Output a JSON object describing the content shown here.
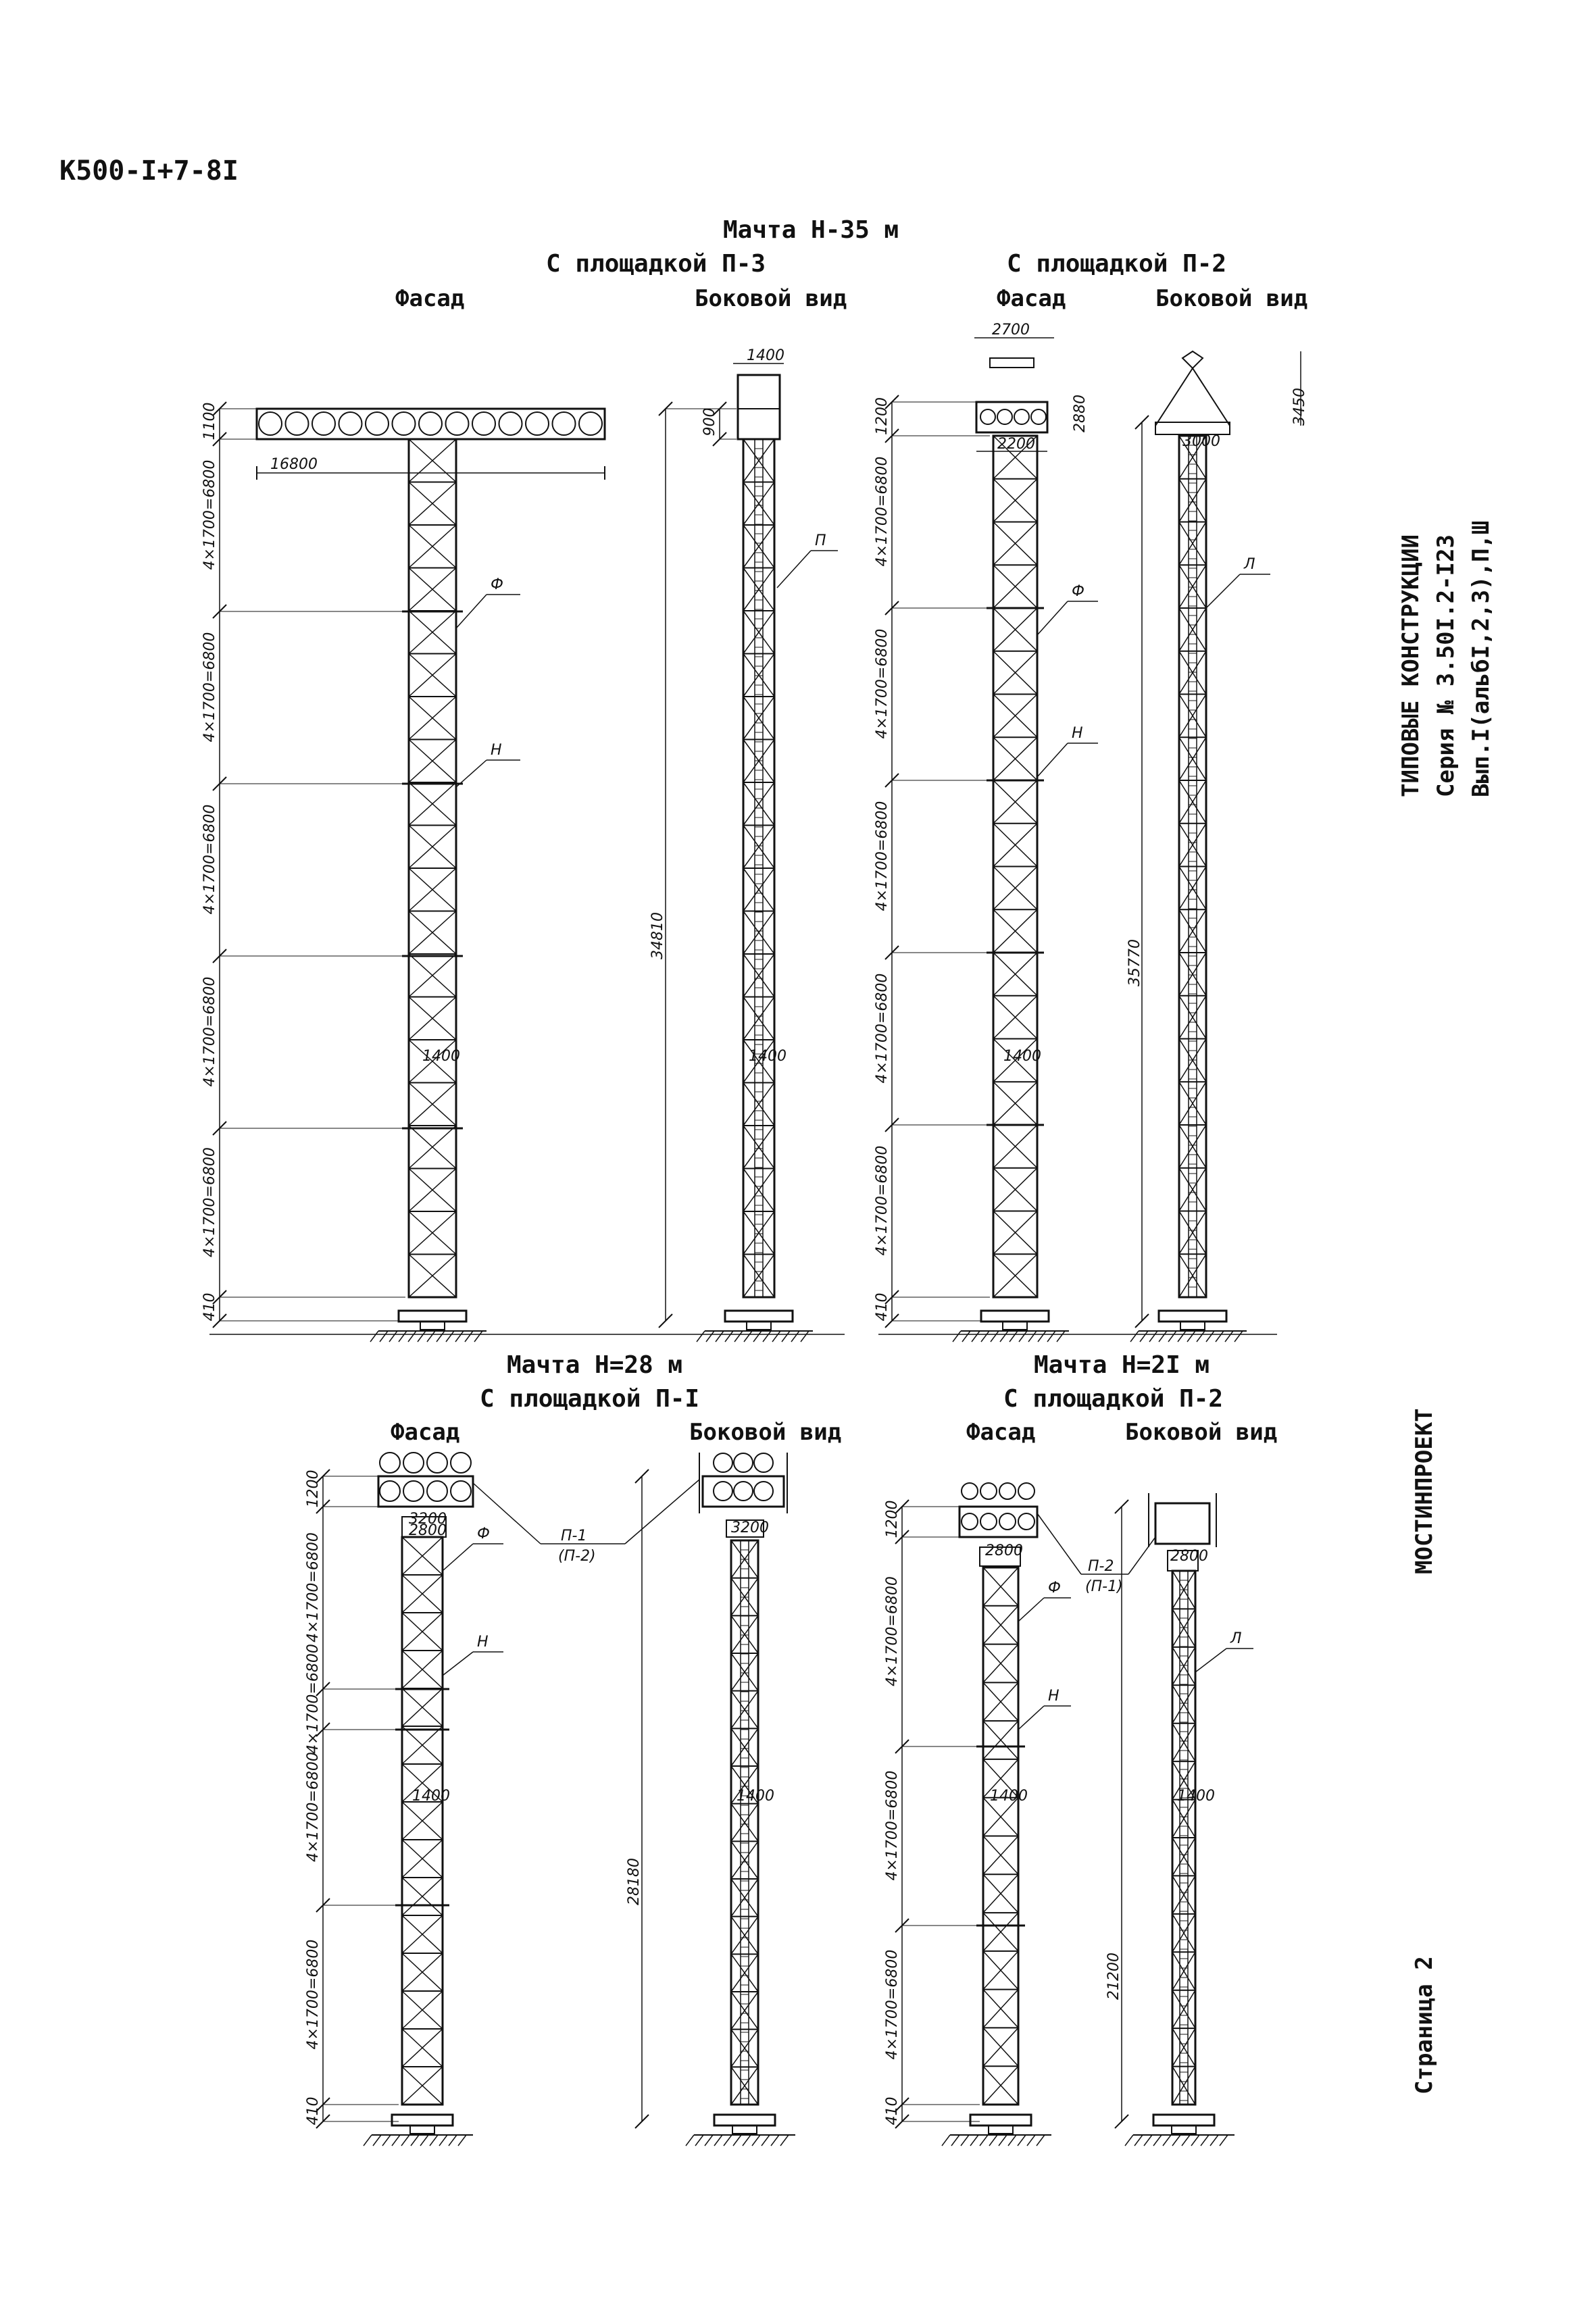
{
  "document": {
    "code": "К500-I+7-8I",
    "page": "Страница 2",
    "series_title": "ТИПОВЫЕ КОНСТРУКЦИИ",
    "series_number": "Серия № 3.50I.2-I23",
    "series_issue": "Вып.I(альбI,2,3),П,Ш",
    "organization": "МОСТИНПРОЕКТ"
  },
  "mast35": {
    "title": "Мачта Н-35 м",
    "variant_p3": "С площадкой П-3",
    "variant_p2": "С площадкой П-2",
    "facade": "Фасад",
    "side": "Боковой вид",
    "dims": {
      "top": "1100",
      "section": "4×1700=6800",
      "base": "410",
      "width": "16800",
      "side_top": "1400",
      "side_platform": "900",
      "height_p3": "34810",
      "p2_top": "1200",
      "p2_width": "2700",
      "p2_gap": "2200",
      "p2_cap": "2880",
      "p2_side_cap": "3450",
      "p2_side_top": "3000",
      "height_p2": "35770",
      "mid": "1400"
    },
    "labels": {
      "f": "Ф",
      "n": "Н",
      "p": "П",
      "l": "Л"
    }
  },
  "mast28": {
    "title": "Мачта Н=28 м",
    "variant": "С площадкой П-I",
    "facade": "Фасад",
    "side": "Боковой вид",
    "dims": {
      "top": "1200",
      "section": "4×1700=6800",
      "base": "410",
      "height": "28180",
      "cap": "3200",
      "plate": "2800",
      "mid": "1400",
      "special": "4×1700=6800"
    },
    "labels": {
      "p1": "П-1",
      "p2": "(П-2)",
      "f": "Ф",
      "n": "Н"
    }
  },
  "mast21": {
    "title": "Мачта Н=2I м",
    "variant": "С площадкой П-2",
    "facade": "Фасад",
    "side": "Боковой вид",
    "dims": {
      "top": "1200",
      "section": "4×1700=6800",
      "base": "410",
      "height": "21200",
      "plate": "2800",
      "mid": "1400"
    },
    "labels": {
      "p2": "П-2",
      "p1": "(П-1)",
      "f": "Ф",
      "n": "Н",
      "l": "Л"
    }
  }
}
